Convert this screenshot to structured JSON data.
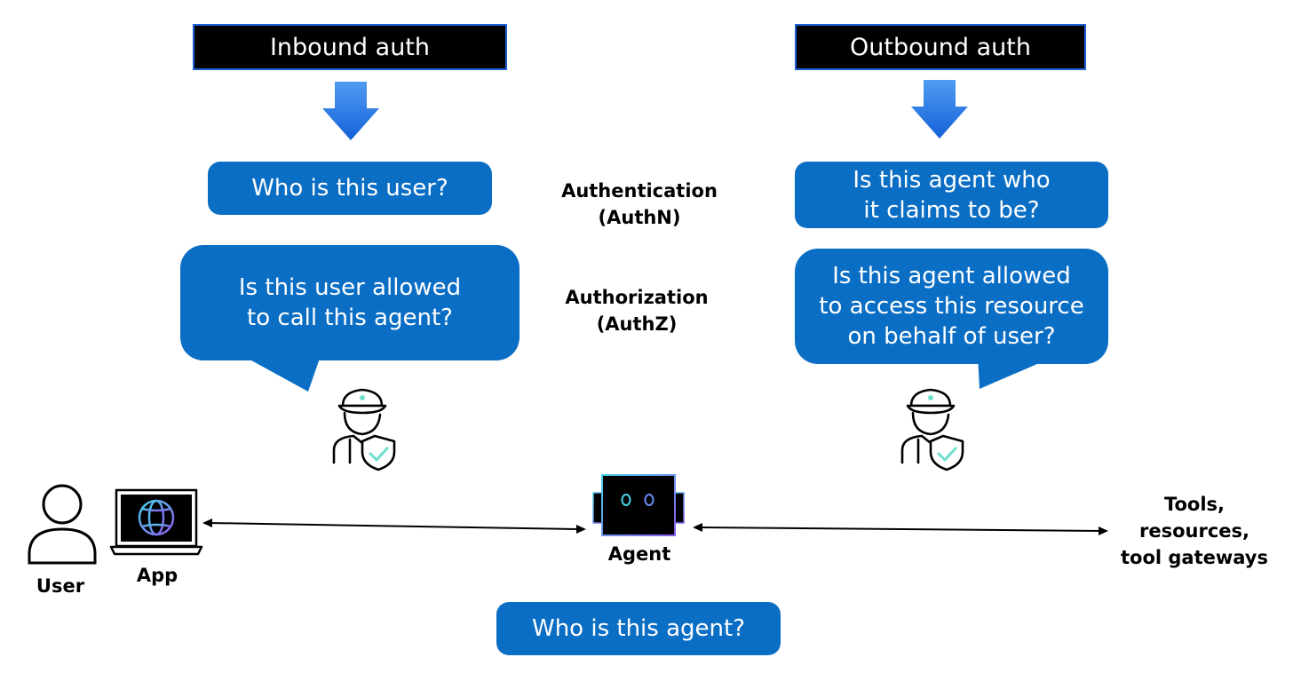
{
  "colors": {
    "bubble_blue": "#0b6ec5",
    "header_black": "#000000",
    "header_border": "#1f5fd6",
    "arrow_blue": "#1e73e8",
    "accent_teal": "#6de0c8"
  },
  "inbound": {
    "header": "Inbound auth",
    "authn_question": "Who is this user?",
    "authz_question": "Is this user allowed\nto call this agent?"
  },
  "outbound": {
    "header": "Outbound auth",
    "authn_question": "Is this agent who\nit claims to be?",
    "authz_question": "Is this agent allowed\nto access this resource\non behalf of user?"
  },
  "center": {
    "authn_label": "Authentication\n(AuthN)",
    "authz_label": "Authorization\n(AuthZ)"
  },
  "actors": {
    "user": "User",
    "app": "App",
    "agent": "Agent",
    "tools": "Tools,\nresources,\ntool gateways"
  },
  "bottom_question": "Who is this agent?",
  "icons": [
    "down-arrow-icon",
    "guard-shield-icon",
    "user-icon",
    "laptop-globe-icon",
    "robot-agent-icon",
    "double-arrow-icon"
  ]
}
